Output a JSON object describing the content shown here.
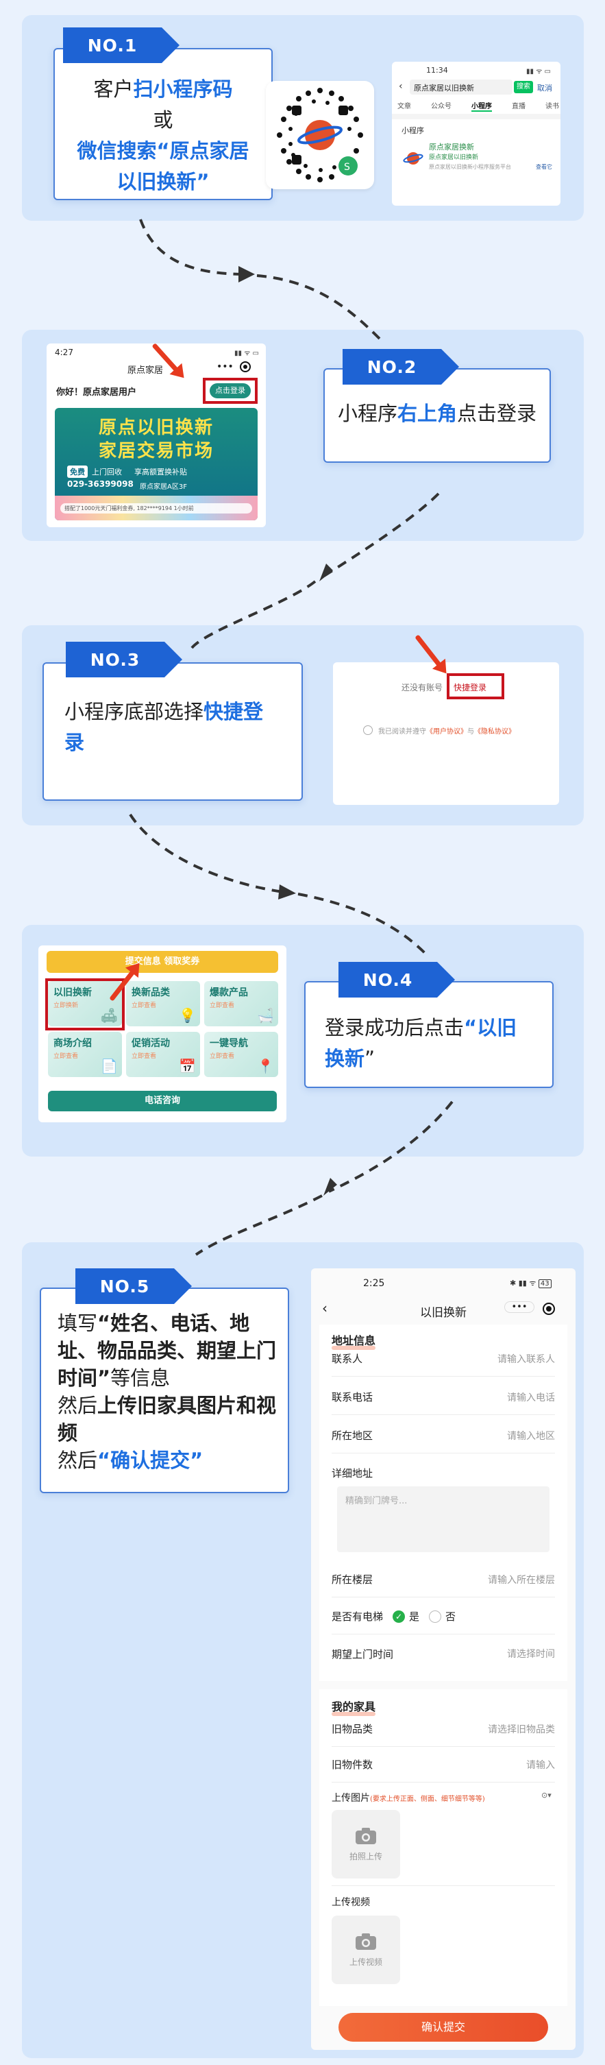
{
  "step1": {
    "tag": "NO.1",
    "lines": [
      [
        {
          "t": "客户",
          "h": false
        },
        {
          "t": "扫小程序码",
          "h": true
        }
      ],
      [
        {
          "t": "或",
          "h": false
        }
      ],
      [
        {
          "t": "微信搜索“原点家居",
          "h": true
        }
      ],
      [
        {
          "t": "以旧换新”",
          "h": true
        }
      ]
    ],
    "search_shot": {
      "time": "11:34",
      "query": "原点家居以旧换新",
      "search_btn": "搜索",
      "cancel": "取消",
      "tabs": [
        "文章",
        "公众号",
        "小程序",
        "直播",
        "读书"
      ],
      "section": "小程序",
      "result_title": "原点家居换新",
      "result_sub": "原点家居以旧换新",
      "result_desc": "原点家居以旧换新小程序服务平台",
      "result_link": "查看它"
    }
  },
  "step2": {
    "tag": "NO.2",
    "lines": [
      [
        {
          "t": "小程序",
          "h": false
        },
        {
          "t": "右上角",
          "h": true
        },
        {
          "t": "点击登录",
          "h": false
        }
      ]
    ],
    "shot": {
      "time": "4:27",
      "app_title": "原点家居",
      "greeting": "你好！原点家居用户",
      "login_btn": "点击登录",
      "banner_line1": "原点以旧换新",
      "banner_line2": "家居交易市场",
      "banner_free": "免费",
      "banner_service": "上门回收",
      "banner_service2": "享高额置换补贴",
      "banner_phone": "029-36399098",
      "banner_addr": "原点家居A区3F",
      "banner_footer": "搭配了1000元天门福利金券, 182****9194    1小时前"
    }
  },
  "step3": {
    "tag": "NO.3",
    "lines": [
      [
        {
          "t": "小程序底部",
          "h": false
        },
        {
          "t": "选择",
          "h": false
        },
        {
          "t": "快捷登",
          "h": true
        }
      ],
      [
        {
          "t": "录",
          "h": true
        }
      ]
    ],
    "shot": {
      "no_account": "还没有账号",
      "quick_login": "快捷登录",
      "agree_prefix": "我已阅读并遵守",
      "user_agreement": "《用户协议》",
      "and": "与",
      "privacy": "《隐私协议》"
    }
  },
  "step4": {
    "tag": "NO.4",
    "lines": [
      [
        {
          "t": "登录成功后",
          "h": false
        },
        {
          "t": "点击",
          "h": false
        },
        {
          "t": "“以旧",
          "h": true
        }
      ],
      [
        {
          "t": "换新",
          "h": true
        },
        {
          "t": "”",
          "h": false
        }
      ]
    ],
    "shot": {
      "top_bar": "提交信息  领取奖券",
      "tiles": [
        {
          "label": "以旧换新",
          "sub": "立即换新"
        },
        {
          "label": "换新品类",
          "sub": "立即查看"
        },
        {
          "label": "爆款产品",
          "sub": "立即查看"
        },
        {
          "label": "商场介绍",
          "sub": "立即查看"
        },
        {
          "label": "促销活动",
          "sub": "立即查看"
        },
        {
          "label": "一键导航",
          "sub": "立即查看"
        }
      ],
      "bottom_bar": "电话咨询"
    }
  },
  "step5": {
    "tag": "NO.5",
    "lines": [
      [
        {
          "t": "填写",
          "h": false
        },
        {
          "t": "“姓名、电话、地",
          "h": false,
          "b": true
        }
      ],
      [
        {
          "t": "址、物品品类、期望上门",
          "h": false,
          "b": true
        }
      ],
      [
        {
          "t": "时间”",
          "h": false,
          "b": true
        },
        {
          "t": "等信息",
          "h": false
        }
      ],
      [
        {
          "t": "然后",
          "h": false
        },
        {
          "t": "上传旧家具图片和视",
          "h": false,
          "b": true
        }
      ],
      [
        {
          "t": "频",
          "h": false,
          "b": true
        }
      ],
      [
        {
          "t": "然后",
          "h": false
        },
        {
          "t": "“确认提交”",
          "h": true
        }
      ]
    ],
    "form": {
      "time": "2:25",
      "battery": "43",
      "title": "以旧换新",
      "section1": "地址信息",
      "rows1": [
        {
          "label": "联系人",
          "placeholder": "请输入联系人"
        },
        {
          "label": "联系电话",
          "placeholder": "请输入电话"
        },
        {
          "label": "所在地区",
          "placeholder": "请输入地区"
        }
      ],
      "detail_label": "详细地址",
      "detail_placeholder": "精确到门牌号...",
      "floor_label": "所在楼层",
      "floor_placeholder": "请输入所在楼层",
      "elevator_label": "是否有电梯",
      "elevator_yes": "是",
      "elevator_no": "否",
      "visit_label": "期望上门时间",
      "visit_placeholder": "请选择时间",
      "section2": "我的家具",
      "category_label": "旧物品类",
      "category_placeholder": "请选择旧物品类",
      "count_label": "旧物件数",
      "count_placeholder": "请输入",
      "photo_label": "上传图片",
      "photo_hint": "(要求上传正面、侧面、细节细节等等)",
      "photo_btn": "拍照上传",
      "video_label": "上传视频",
      "video_btn": "上传视频",
      "submit": "确认提交"
    }
  }
}
